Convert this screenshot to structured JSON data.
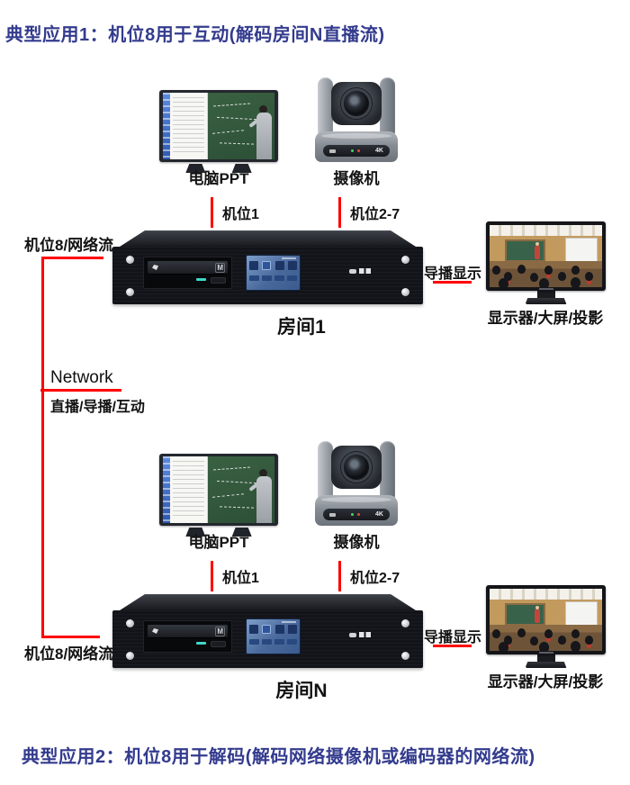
{
  "titles": {
    "app1": "典型应用1：机位8用于互动(解码房间N直播流)",
    "app2": "典型应用2：机位8用于解码(解码网络摄像机或编码器的网络流)"
  },
  "network": {
    "label": "Network",
    "services": "直播/导播/互动"
  },
  "links": {
    "room1_input8": "机位8/网络流",
    "roomN_input8": "机位8/网络流"
  },
  "rooms": [
    {
      "name": "房间1",
      "ppt_label": "电脑PPT",
      "camera_label": "摄像机",
      "pos1": "机位1",
      "pos2_7": "机位2-7",
      "director": "导播显示",
      "display": "显示器/大屏/投影"
    },
    {
      "name": "房间N",
      "ppt_label": "电脑PPT",
      "camera_label": "摄像机",
      "pos1": "机位1",
      "pos2_7": "机位2-7",
      "director": "导播显示",
      "display": "显示器/大屏/投影"
    }
  ],
  "device": {
    "dvd_badge": "M",
    "camera_badge": "4K"
  },
  "colors": {
    "link_red": "#fe0000",
    "title_blue": "#333b8e"
  }
}
